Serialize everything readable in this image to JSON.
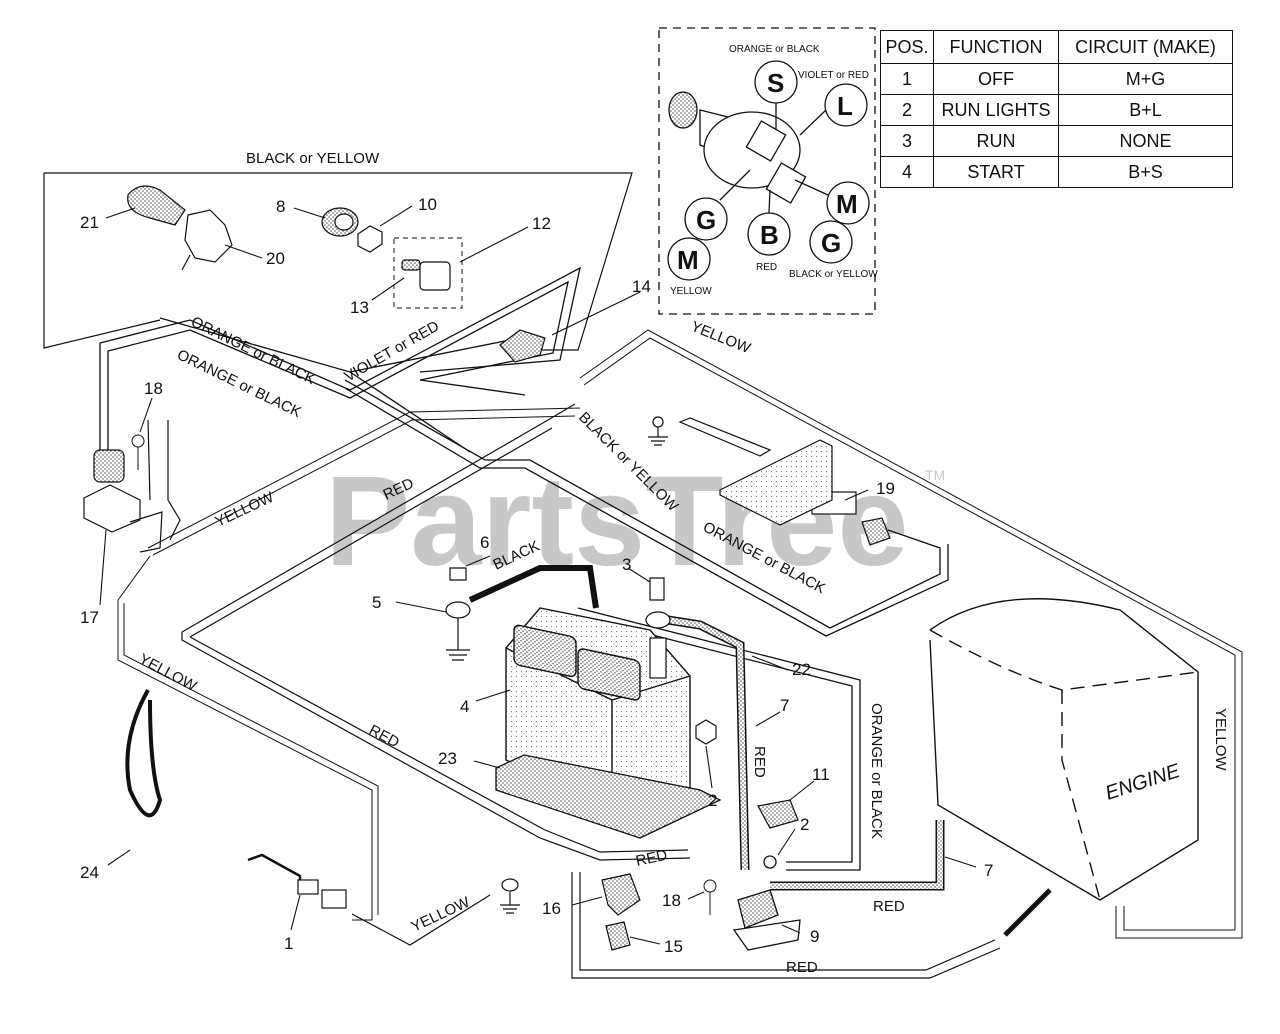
{
  "watermark": {
    "text": "PartsTree",
    "tm": "TM"
  },
  "switch_table": {
    "headers": [
      "POS.",
      "FUNCTION",
      "CIRCUIT  (MAKE)"
    ],
    "rows": [
      [
        "1",
        "OFF",
        "M+G"
      ],
      [
        "2",
        "RUN LIGHTS",
        "B+L"
      ],
      [
        "3",
        "RUN",
        "NONE"
      ],
      [
        "4",
        "START",
        "B+S"
      ]
    ]
  },
  "switch_detail": {
    "terminals": [
      "S",
      "L",
      "G",
      "B",
      "M",
      "G",
      "M"
    ],
    "wire_labels": {
      "s": "ORANGE or BLACK",
      "l": "VIOLET or RED",
      "b": "RED",
      "g": "BLACK or YELLOW",
      "m": "YELLOW"
    }
  },
  "wire_labels": {
    "black_or_yellow_top": "BLACK or YELLOW",
    "orange_or_black_1": "ORANGE or BLACK",
    "orange_or_black_2": "ORANGE or BLACK",
    "violet_or_red": "VIOLET or RED",
    "yellow_top": "YELLOW",
    "black_or_yellow_mid": "BLACK or YELLOW",
    "red_mid": "RED",
    "yellow_left_mid": "YELLOW",
    "black": "BLACK",
    "orange_or_black_mid": "ORANGE or BLACK",
    "yellow_left": "YELLOW",
    "red_left": "RED",
    "red_vertical": "RED",
    "orange_or_black_vertical": "ORANGE or BLACK",
    "yellow_right": "YELLOW",
    "red_bottom_1": "RED",
    "red_bottom_2": "RED",
    "red_bottom_3": "RED",
    "yellow_bottom": "YELLOW"
  },
  "engine_label": "ENGINE",
  "part_numbers": {
    "p1": "1",
    "p2a": "2",
    "p2b": "2",
    "p3": "3",
    "p4": "4",
    "p5": "5",
    "p6": "6",
    "p7a": "7",
    "p7b": "7",
    "p8": "8",
    "p9": "9",
    "p10": "10",
    "p11": "11",
    "p12": "12",
    "p13": "13",
    "p14": "14",
    "p15": "15",
    "p16": "16",
    "p17": "17",
    "p18a": "18",
    "p18b": "18",
    "p19": "19",
    "p20": "20",
    "p21": "21",
    "p22": "22",
    "p23": "23",
    "p24": "24"
  },
  "colors": {
    "line": "#111111",
    "watermark": "#c8c8c8",
    "shade": "#8a8a8a"
  }
}
